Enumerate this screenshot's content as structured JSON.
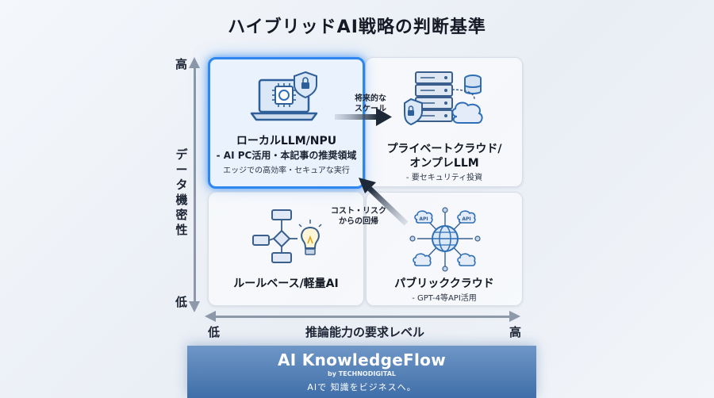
{
  "title": "ハイブリッドAI戦略の判断基準",
  "axes": {
    "y_label": "データ機密性",
    "y_high": "高",
    "y_low": "低",
    "x_label": "推論能力の要求レベル",
    "x_low": "低",
    "x_high": "高"
  },
  "quadrants": {
    "local": {
      "title": "ローカルLLM/NPU",
      "subtitle": "- AI PC活用・本記事の推奨領域",
      "note": "エッジでの高効率・セキュアな実行"
    },
    "private": {
      "title_line1": "プライベートクラウド/",
      "title_line2": "オンプレLLM",
      "note": "- 要セキュリティ投資"
    },
    "rule": {
      "title": "ルールベース/軽量AI"
    },
    "public": {
      "title": "パブリッククラウド",
      "note": "- GPT-4等API活用",
      "api_label_1": "API",
      "api_label_2": "API"
    }
  },
  "arrows": {
    "future_line1": "将来的な",
    "future_line2": "スケール",
    "cost_line1": "コスト・リスク",
    "cost_line2": "からの回帰"
  },
  "footer": {
    "title": "AI KnowledgeFlow",
    "by": "by TECHNODIGITAL",
    "tagline": "AIで 知識をビジネスへ。"
  },
  "colors": {
    "accent": "#2e87f0",
    "icon_blue": "#2f6fb5",
    "footer": "#4a78b0"
  }
}
